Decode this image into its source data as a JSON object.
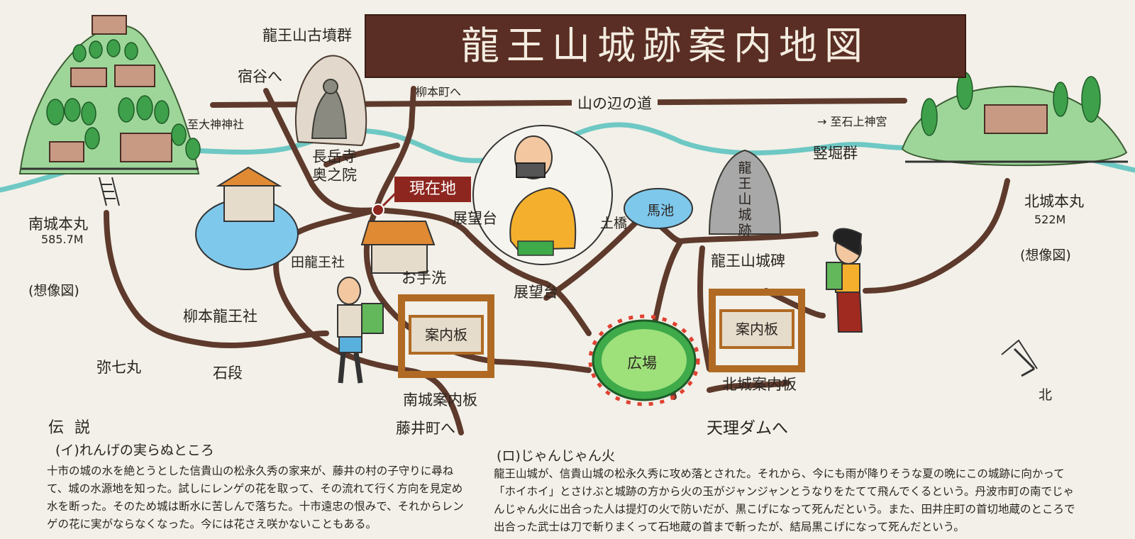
{
  "title": "龍王山城跡案内地図",
  "map_labels": {
    "ryuozan_kofungun": "龍王山古墳群",
    "shukudani": "宿谷へ",
    "yanagimoto_cho": "柳本町へ",
    "yamanobe_no_michi": "山の辺の道",
    "to_ogami_jinja": "至大神神社",
    "to_isonokami_jingu": "→ 至石上神宮",
    "chogakuji_okunoin": "長岳寺\n奥之院",
    "genzaichi": "現在地",
    "tateborigun": "竪堀群",
    "minami_honmaru": "南城本丸",
    "minami_elev": "585.7M",
    "sozu_left": "(想像図)",
    "kita_honmaru": "北城本丸",
    "kita_elev": "522M",
    "sozu_right": "(想像図)",
    "tenbodai_1": "展望台",
    "tenbodai_2": "展望台",
    "dobashi": "土橋",
    "umaike": "馬池",
    "ryuozan_jyoseki_stone": "龍王山城跡",
    "ryuozan_jyohi": "龍王山城碑",
    "den_ryuosha": "田龍王社",
    "otearai": "お手洗",
    "yanagimoto_ryuosha": "柳本龍王社",
    "yashichimaru": "弥七丸",
    "ishidan": "石段",
    "annaiban_left": "案内板",
    "annaiban_right": "案内板",
    "hiroba": "広場",
    "minami_annaiban": "南城案内板",
    "kita_annaiban": "北城案内板",
    "fujii_cho": "藤井町へ",
    "tenri_dam": "天理ダムへ",
    "north": "北"
  },
  "legends": {
    "heading": "伝 説",
    "left_title": "(イ)れんげの実らぬところ",
    "left_body": "十市の城の水を絶とうとした信貴山の松永久秀の家来が、藤井の村の子守りに尋ねて、城の水源地を知った。試しにレンゲの花を取って、その流れて行く方向を見定め水を断った。そのため城は断水に苦しんで落ちた。十市遠忠の恨みで、それからレンゲの花に実がならなくなった。今には花さえ咲かないこともある。",
    "right_title": "(ロ)じゃんじゃん火",
    "right_body": "龍王山城が、信貴山城の松永久秀に攻め落とされた。それから、今にも雨が降りそうな夏の晩にこの城跡に向かって「ホイホイ」とさけぶと城跡の方から火の玉がジャンジャンとうなりをたてて飛んでくるという。丹波市町の南でじゃんじゃん火に出合った人は提灯の火で防いだが、黒こげになって死んだという。また、田井庄町の首切地蔵のところで出合った武士は刀で斬りまくって石地蔵の首まで斬ったが、結局黒こげになって死んだという。"
  },
  "colors": {
    "trail": "#5e3a2c",
    "river": "#6ec8c4",
    "grass": "#9ed69a",
    "banner": "#5a2e24",
    "here_marker": "#8e2620",
    "pond": "#7ec8ec",
    "signboard_frame": "#b06a24"
  }
}
